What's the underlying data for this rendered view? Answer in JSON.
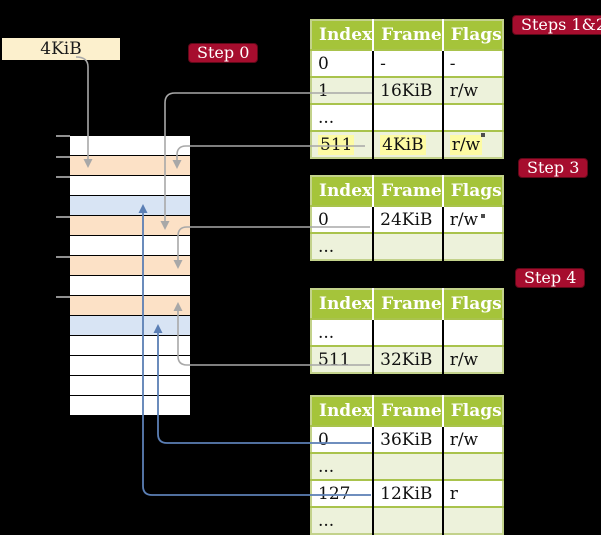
{
  "colors": {
    "background": "#000000",
    "header_green": "#a5c43a",
    "row_olive": "#edf2db",
    "table_border": "#a9c34c",
    "table_border_outer": "#c3d28b",
    "highlight_yellow": "#fdfba3",
    "label_crimson": "#a60d2e",
    "label_border": "#5f0818",
    "frame_box_cream": "#fcf0cd",
    "mem_peach": "#fce1c6",
    "mem_blue": "#d8e4f4",
    "line_gray": "#a8a8a8",
    "line_blue": "#5b7fb5",
    "tick_gray": "#919191",
    "stub_dark": "#4d4d4d"
  },
  "frame_box": {
    "label": "4KiB"
  },
  "steps": [
    {
      "text": "Step 0"
    },
    {
      "text": "Steps 1&2"
    },
    {
      "text": "Step 3"
    },
    {
      "text": "Step 4"
    }
  ],
  "memory": {
    "rows": [
      {
        "color": "white"
      },
      {
        "color": "peach"
      },
      {
        "color": "white"
      },
      {
        "color": "blue"
      },
      {
        "color": "peach"
      },
      {
        "color": "white"
      },
      {
        "color": "peach"
      },
      {
        "color": "white"
      },
      {
        "color": "peach"
      },
      {
        "color": "blue"
      },
      {
        "color": "white"
      },
      {
        "color": "white"
      },
      {
        "color": "white"
      },
      {
        "color": "white"
      }
    ]
  },
  "page_tables": [
    {
      "name": "level-4-table-steps-1-2",
      "headers": [
        "Index",
        "Frame",
        "Flags"
      ],
      "rows": [
        {
          "index": "0",
          "frame": "-",
          "flags": "-",
          "shaded": false,
          "highlight": false
        },
        {
          "index": "1",
          "frame": "16KiB",
          "flags": "r/w",
          "shaded": true,
          "highlight": false
        },
        {
          "index": "...",
          "frame": "",
          "flags": "",
          "shaded": false,
          "highlight": false
        },
        {
          "index": "511",
          "frame": "4KiB",
          "flags": "r/w",
          "shaded": true,
          "highlight": true
        }
      ]
    },
    {
      "name": "table-step-3",
      "headers": [
        "Index",
        "Frame",
        "Flags"
      ],
      "rows": [
        {
          "index": "0",
          "frame": "24KiB",
          "flags": "r/w",
          "shaded": false,
          "highlight": false
        },
        {
          "index": "...",
          "frame": "",
          "flags": "",
          "shaded": true,
          "highlight": false
        }
      ]
    },
    {
      "name": "table-step-4",
      "headers": [
        "Index",
        "Frame",
        "Flags"
      ],
      "rows": [
        {
          "index": "...",
          "frame": "",
          "flags": "",
          "shaded": false,
          "highlight": false
        },
        {
          "index": "511",
          "frame": "32KiB",
          "flags": "r/w",
          "shaded": true,
          "highlight": false
        }
      ]
    },
    {
      "name": "level-1-table",
      "headers": [
        "Index",
        "Frame",
        "Flags"
      ],
      "rows": [
        {
          "index": "0",
          "frame": "36KiB",
          "flags": "r/w",
          "shaded": false,
          "highlight": false
        },
        {
          "index": "...",
          "frame": "",
          "flags": "",
          "shaded": true,
          "highlight": false
        },
        {
          "index": "127",
          "frame": "12KiB",
          "flags": "r",
          "shaded": false,
          "highlight": false
        },
        {
          "index": "...",
          "frame": "",
          "flags": "",
          "shaded": true,
          "highlight": false
        }
      ]
    }
  ]
}
